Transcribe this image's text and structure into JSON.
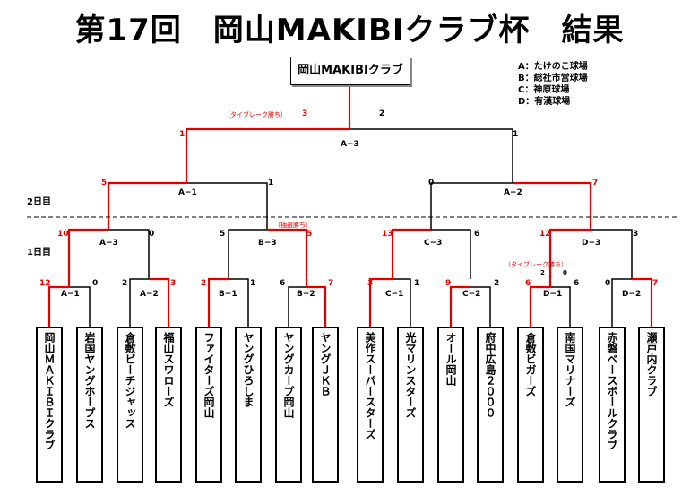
{
  "title": "第17回　岡山MAKIBIクラブ杯　結果",
  "champion": "岡山MAKIBIクラブ",
  "legend": [
    "A：たけのこ球場",
    "B：総社市営球場",
    "C：神原球場",
    "D：有漢球場"
  ],
  "rounds": {
    "day2": "2日目",
    "day1": "1日目"
  },
  "teams": [
    "岡山ＭＡＫＩＢＩクラブ",
    "岩国ヤングホープス",
    "倉敷ビーチジャッス",
    "福山スワローズ",
    "ファイターズ岡山",
    "ヤングひろしま",
    "ヤングカープ岡山",
    "ヤングＪＫＢ",
    "美作スーパースターズ",
    "光マリンスターズ",
    "オール岡山",
    "府中広島２０００",
    "倉敷ビガーズ",
    "南国マリナーズ",
    "赤磐ベースボールクラブ",
    "瀬戸内クラブ"
  ],
  "first_round": [
    {
      "label": "A−1",
      "left": "12",
      "right": "0"
    },
    {
      "label": "A−2",
      "left": "2",
      "right": "3"
    },
    {
      "label": "B−1",
      "left": "2",
      "right": "1"
    },
    {
      "label": "B−2",
      "left": "6",
      "right": "7"
    },
    {
      "label": "C−1",
      "left": "3",
      "right": "1"
    },
    {
      "label": "C−2",
      "left": "9",
      "right": "2"
    },
    {
      "label": "D−1",
      "left": "6",
      "right": "6"
    },
    {
      "label": "D−2",
      "left": "0",
      "right": "7"
    }
  ],
  "second_round": [
    {
      "label": "A−3",
      "left": "10",
      "right": "0"
    },
    {
      "label": "B−3",
      "left": "5",
      "right": "5"
    },
    {
      "label": "C−3",
      "left": "13",
      "right": "6"
    },
    {
      "label": "D−3",
      "left": "12",
      "right": "3"
    }
  ],
  "semi": [
    {
      "label": "A−1",
      "left": "5",
      "right": "1"
    },
    {
      "label": "A−2",
      "left": "0",
      "right": "7"
    }
  ],
  "final": {
    "label": "A−3",
    "left": "1",
    "right": "1",
    "tb_left": "3",
    "tb_right": "2"
  },
  "notes": {
    "tiebreak_final": "（タイブレーク勝ち）",
    "lottery_b3": "（抽選勝ち）",
    "tiebreak_d1": "（タイブレーク勝ち）",
    "d1_tb_left": "2",
    "d1_tb_right": "0"
  }
}
